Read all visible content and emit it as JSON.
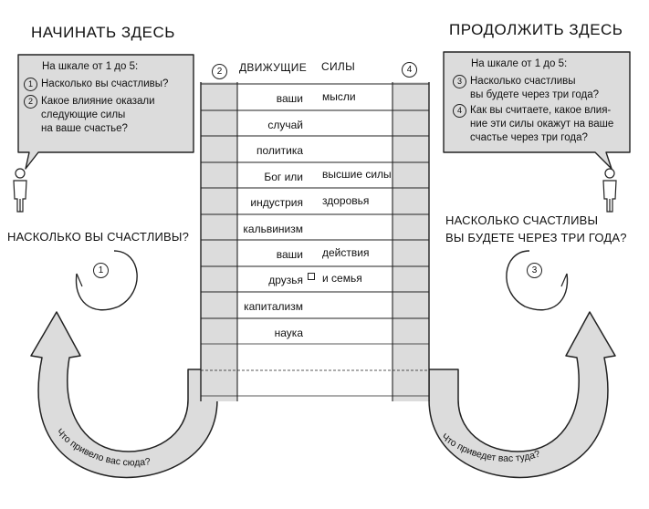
{
  "start_title": "НАЧИНАТЬ ЗДЕСЬ",
  "continue_title": "ПРОДОЛЖИТЬ ЗДЕСЬ",
  "left_bubble": {
    "intro": "На шкале от 1 до 5:",
    "q1_num": "1",
    "q1": "Насколько вы счастливы?",
    "q2_num": "2",
    "q2_lines": [
      "Какое влияние оказали",
      "следующие силы",
      "на ваше счастье?"
    ]
  },
  "right_bubble": {
    "intro": "На шкале от 1 до 5:",
    "q3_num": "3",
    "q3_lines": [
      "Насколько счастливы",
      "вы будете через три года?"
    ],
    "q4_num": "4",
    "q4_lines": [
      "Как вы считаете, какое влия-",
      "ние эти силы окажут на ваше",
      "счастье через три года?"
    ]
  },
  "question_left": "НАСКОЛЬКО ВЫ СЧАСТЛИВЫ?",
  "question_right_lines": [
    "НАСКОЛЬКО СЧАСТЛИВЫ",
    "ВЫ БУДЕТЕ ЧЕРЕЗ ТРИ ГОДА?"
  ],
  "column_left_num": "2",
  "column_right_num": "4",
  "column_header_left": "ДВИЖУЩИЕ",
  "column_header_right": "СИЛЫ",
  "forces_left": [
    "ваши",
    "случай",
    "политика",
    "Бог или",
    "индустрия",
    "кальвинизм",
    "ваши",
    "друзья",
    "капитализм",
    "наука"
  ],
  "forces_right": [
    "мысли",
    "высшие силы",
    "здоровья",
    "действия",
    "и семья"
  ],
  "loop_left_num": "1",
  "loop_right_num": "3",
  "arrow_left_text": "Что привело вас сюда?",
  "arrow_right_text": "Что приведет вас туда?"
}
